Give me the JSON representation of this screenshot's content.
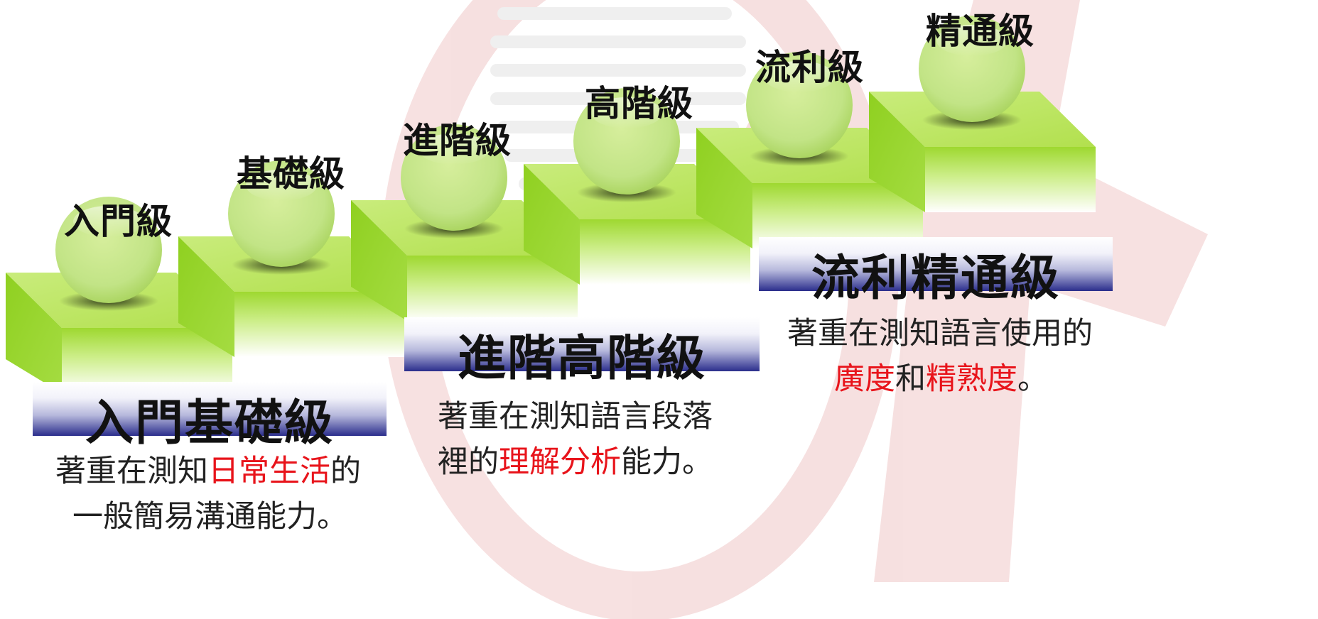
{
  "levels": [
    "入門級",
    "基礎級",
    "進階級",
    "高階級",
    "流利級",
    "精通級"
  ],
  "banners": [
    "入門基礎級",
    "進階高階級",
    "流利精通級"
  ],
  "descriptions": {
    "basic": {
      "line1_pre": "著重在測知",
      "line1_hl": "日常生活",
      "line1_post": "的",
      "line2": "一般簡易溝通能力。"
    },
    "advanced": {
      "line1": "著重在測知語言段落",
      "line2_pre": "裡的",
      "line2_hl": "理解分析",
      "line2_post": "能力。"
    },
    "fluent": {
      "line1": "著重在測知語言使用的",
      "line2_hl1": "廣度",
      "line2_mid": "和",
      "line2_hl2": "精熟度",
      "line2_post": "。"
    }
  },
  "colors": {
    "highlight": "#e8141b",
    "banner_dark": "#2b2e8c",
    "step_green": "#9ed830",
    "sphere_green": "#c2e486"
  }
}
